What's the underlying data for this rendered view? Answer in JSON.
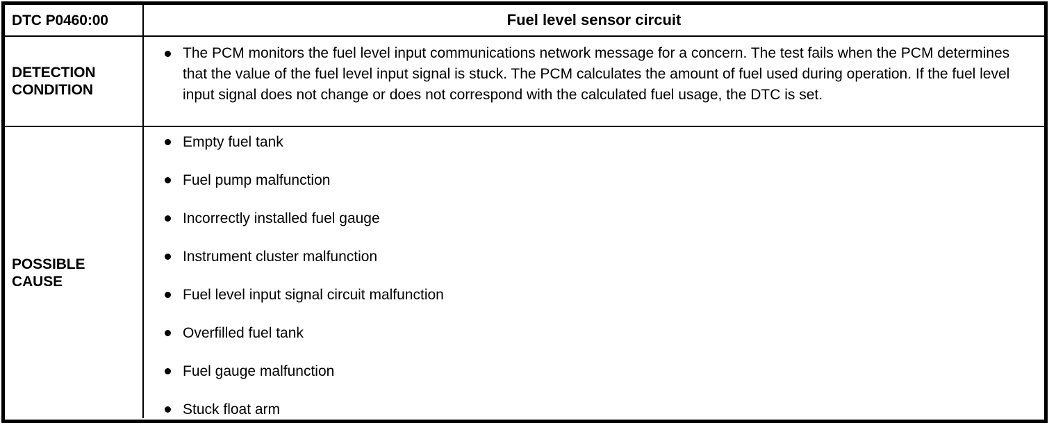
{
  "table": {
    "header": {
      "dtc_code": "DTC P0460:00",
      "title": "Fuel level sensor circuit"
    },
    "rows": [
      {
        "label_line1": "DETECTION",
        "label_line2": "CONDITION",
        "paragraph": "The PCM monitors the fuel level input communications network message for a concern. The test fails when the PCM determines that the value of the fuel level input signal is stuck. The PCM calculates the amount of fuel used during operation. If the fuel level input signal does not change or does not correspond with the calculated fuel usage, the DTC is set."
      },
      {
        "label_line1": "POSSIBLE",
        "label_line2": "CAUSE",
        "items": [
          "Empty fuel tank",
          "Fuel pump malfunction",
          "Incorrectly installed fuel gauge",
          "Instrument cluster malfunction",
          "Fuel level input signal circuit malfunction",
          "Overfilled fuel tank",
          "Fuel gauge malfunction",
          "Stuck float arm"
        ]
      }
    ]
  },
  "colors": {
    "border": "#000000",
    "text": "#000000",
    "background": "#ffffff"
  }
}
